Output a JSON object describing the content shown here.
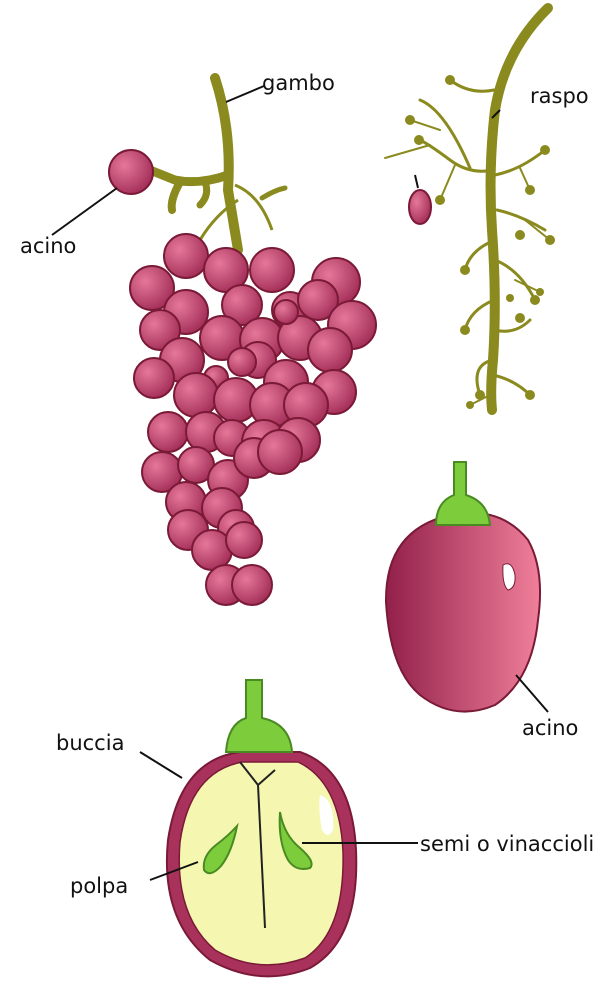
{
  "labels": {
    "gambo": "gambo",
    "raspo": "raspo",
    "acino_bunch": "acino",
    "acino_whole": "acino",
    "buccia": "buccia",
    "semi": "semi o vinaccioli",
    "polpa": "polpa"
  },
  "colors": {
    "grape_light": "#df6a8c",
    "grape_dark": "#a8325c",
    "grape_outline": "#7a1a36",
    "stem": "#8a8a1e",
    "cap_green": "#7ccc3c",
    "cap_outline": "#4a8a22",
    "pulp": "#f5f7b0",
    "skin": "#a8325c"
  }
}
